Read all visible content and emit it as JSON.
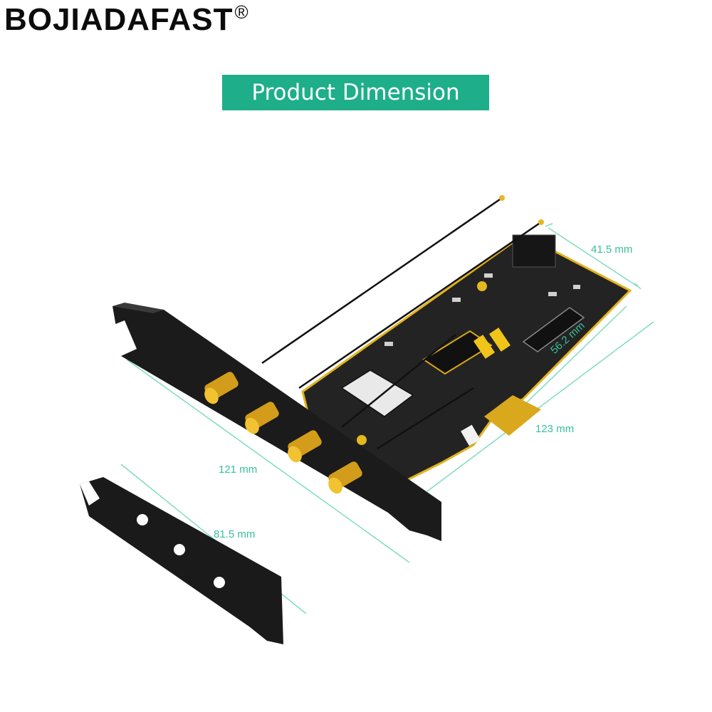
{
  "brand": {
    "name": "BOJIADAFAST",
    "registered_mark": "®"
  },
  "banner": {
    "title": "Product Dimension"
  },
  "dimensions": {
    "depth_top": "41.5 mm",
    "pcb_width": "56.2 mm",
    "card_length": "123 mm",
    "bracket_height": "121 mm",
    "low_profile_bracket_height": "81.5 mm"
  },
  "colors": {
    "accent": "#1eae8a",
    "dimension_line": "#7fdcc0",
    "pcb": "#222222",
    "gold": "#e6b820",
    "bracket": "#1a1a1a"
  }
}
